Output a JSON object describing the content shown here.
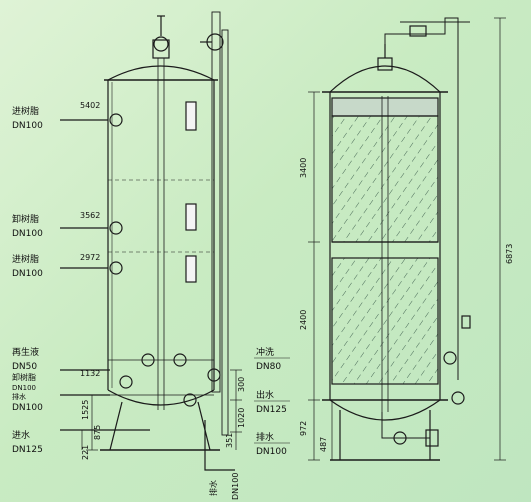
{
  "left_labels": {
    "resin_in": "进树脂",
    "resin_in_dn": "DN100",
    "resin_out": "卸树脂",
    "resin_out_dn": "DN100",
    "resin_in2": "进树脂",
    "resin_in2_dn": "DN100",
    "regen": "再生液",
    "regen_dn": "DN50",
    "unload": "卸树脂",
    "unload_dn1": "DN100",
    "drain_small": "排水",
    "drain_small_dn": "DN100",
    "water_in": "进水",
    "water_in_dn": "DN125"
  },
  "right_labels": {
    "flush": "冲洗",
    "flush_dn": "DN80",
    "water_out": "出水",
    "water_out_dn": "DN125",
    "drain": "排水",
    "drain_dn": "DN100",
    "bottom_drain": "排水",
    "bottom_drain_dn": "DN100"
  },
  "elevations": {
    "e1": "5402",
    "e2": "3562",
    "e3": "2972",
    "e4": "1132"
  },
  "left_dims": [
    "1525",
    "875",
    "221",
    "300",
    "1020",
    "351"
  ],
  "right_dims": {
    "d3400": "3400",
    "d2400": "2400",
    "d972": "972",
    "d487": "487",
    "d6873": "6873"
  }
}
